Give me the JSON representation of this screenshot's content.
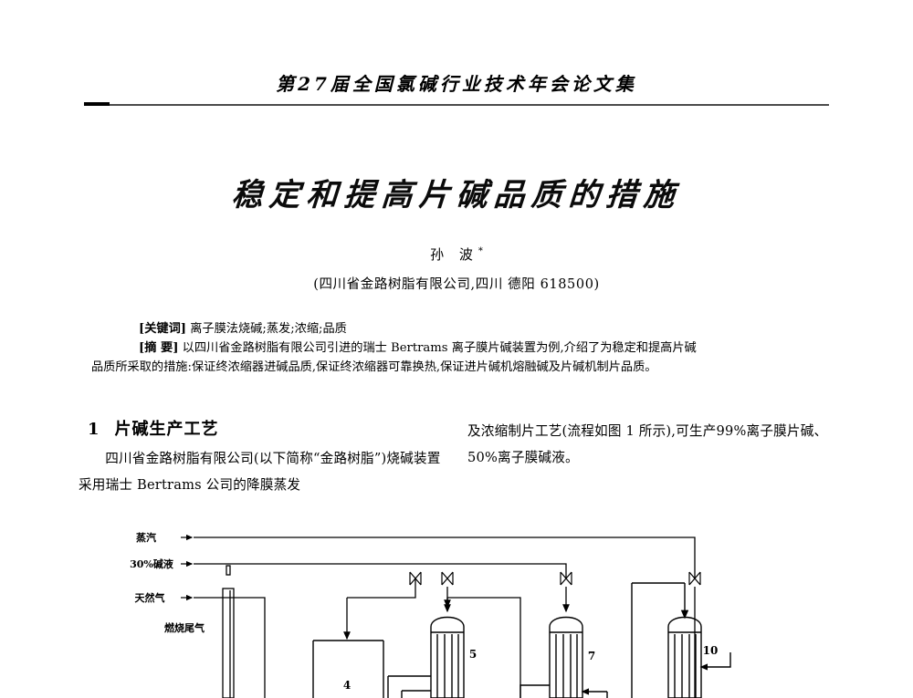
{
  "header": {
    "running_title": "第27届全国氯碱行业技术年会论文集"
  },
  "article": {
    "title": "稳定和提高片碱品质的措施",
    "author": "孙  波",
    "author_mark": "*",
    "affiliation": "(四川省金路树脂有限公司,四川 德阳 618500)",
    "keywords_tag": "[关键词]",
    "keywords_text": "离子膜法烧碱;蒸发;浓缩;品质",
    "abstract_tag": "[摘  要]",
    "abstract_line1": "以四川省金路树脂有限公司引进的瑞士 Bertrams 离子膜片碱装置为例,介绍了为稳定和提高片碱",
    "abstract_line2": "品质所采取的措施:保证终浓缩器进碱品质,保证终浓缩器可靠换热,保证进片碱机熔融碱及片碱机制片品质。"
  },
  "section": {
    "number": "1",
    "heading": "片碱生产工艺"
  },
  "body": {
    "left_column": "四川省金路树脂有限公司(以下简称“金路树脂”)烧碱装置采用瑞士 Bertrams 公司的降膜蒸发",
    "right_column": "及浓缩制片工艺(流程如图 1 所示),可生产99%离子膜片碱、50%离子膜碱液。"
  },
  "figure": {
    "flow_labels": [
      {
        "name": "steam-inlet",
        "text": "蒸汽"
      },
      {
        "name": "caustic-30-inlet",
        "text": "30%碱液"
      },
      {
        "name": "natural-gas-inlet",
        "text": "天然气"
      },
      {
        "name": "flue-gas",
        "text": "燃烧尾气"
      }
    ],
    "equipment_numbers": [
      "4",
      "5",
      "7",
      "10"
    ]
  },
  "colors": {
    "ink": "#111111",
    "rule": "#2b2b2b",
    "paper": "#ffffff"
  }
}
